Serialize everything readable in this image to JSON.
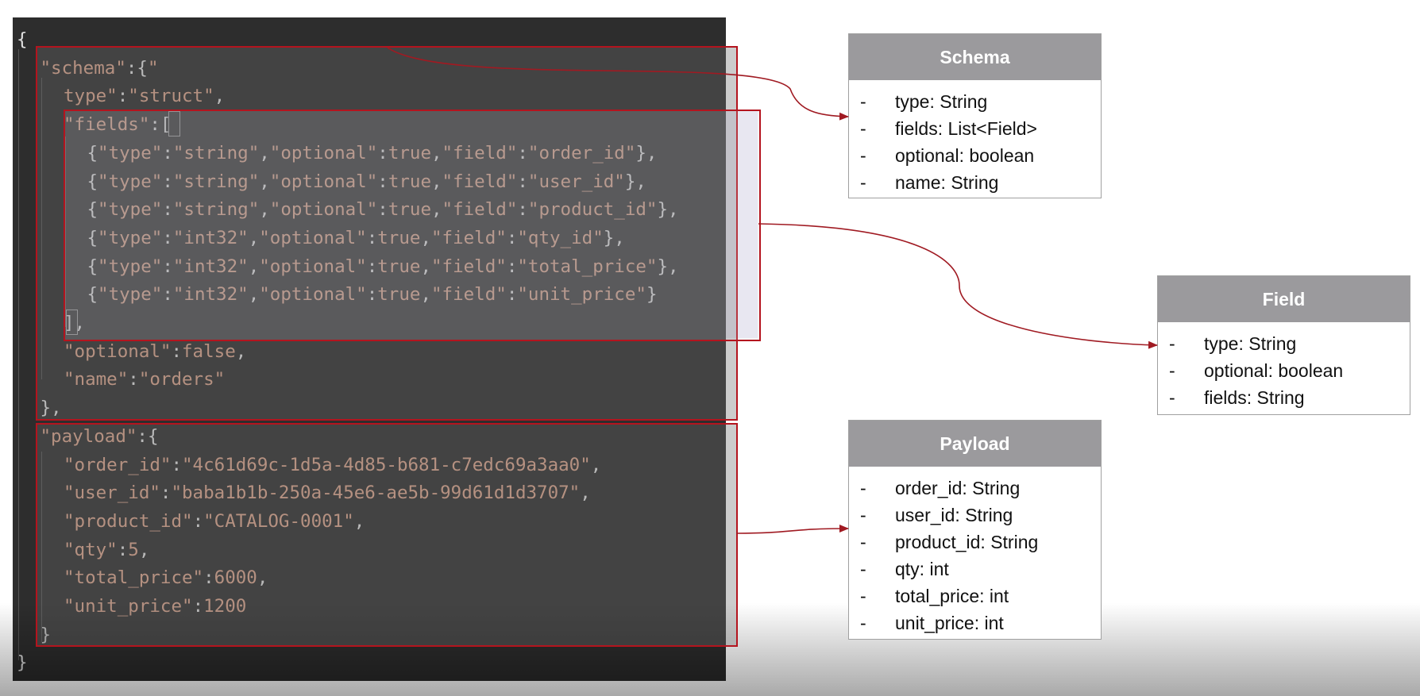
{
  "code": {
    "lines": [
      {
        "indent": 0,
        "tokens": [
          [
            "p",
            "{"
          ]
        ]
      },
      {
        "indent": 1,
        "tokens": [
          [
            "k",
            "\"schema\""
          ],
          [
            "p",
            ":{"
          ],
          [
            "s",
            "\""
          ]
        ]
      },
      {
        "indent": 2,
        "tokens": [
          [
            "k",
            "type\""
          ],
          [
            "p",
            ":"
          ],
          [
            "s",
            "\"struct\""
          ],
          [
            "p",
            ","
          ]
        ]
      },
      {
        "indent": 2,
        "tokens": [
          [
            "k",
            "\"fields\""
          ],
          [
            "p",
            ":"
          ],
          [
            "b",
            "["
          ]
        ]
      },
      {
        "indent": 3,
        "tokens": [
          [
            "p",
            "{"
          ],
          [
            "k",
            "\"type\""
          ],
          [
            "p",
            ":"
          ],
          [
            "s",
            "\"string\""
          ],
          [
            "p",
            ","
          ],
          [
            "k",
            "\"optional\""
          ],
          [
            "p",
            ":"
          ],
          [
            "n",
            "true"
          ],
          [
            "p",
            ","
          ],
          [
            "k",
            "\"field\""
          ],
          [
            "p",
            ":"
          ],
          [
            "s",
            "\"order_id\""
          ],
          [
            "p",
            "},"
          ]
        ]
      },
      {
        "indent": 3,
        "tokens": [
          [
            "p",
            "{"
          ],
          [
            "k",
            "\"type\""
          ],
          [
            "p",
            ":"
          ],
          [
            "s",
            "\"string\""
          ],
          [
            "p",
            ","
          ],
          [
            "k",
            "\"optional\""
          ],
          [
            "p",
            ":"
          ],
          [
            "n",
            "true"
          ],
          [
            "p",
            ","
          ],
          [
            "k",
            "\"field\""
          ],
          [
            "p",
            ":"
          ],
          [
            "s",
            "\"user_id\""
          ],
          [
            "p",
            "},"
          ]
        ]
      },
      {
        "indent": 3,
        "tokens": [
          [
            "p",
            "{"
          ],
          [
            "k",
            "\"type\""
          ],
          [
            "p",
            ":"
          ],
          [
            "s",
            "\"string\""
          ],
          [
            "p",
            ","
          ],
          [
            "k",
            "\"optional\""
          ],
          [
            "p",
            ":"
          ],
          [
            "n",
            "true"
          ],
          [
            "p",
            ","
          ],
          [
            "k",
            "\"field\""
          ],
          [
            "p",
            ":"
          ],
          [
            "s",
            "\"product_id\""
          ],
          [
            "p",
            "},"
          ]
        ]
      },
      {
        "indent": 3,
        "tokens": [
          [
            "p",
            "{"
          ],
          [
            "k",
            "\"type\""
          ],
          [
            "p",
            ":"
          ],
          [
            "s",
            "\"int32\""
          ],
          [
            "p",
            ","
          ],
          [
            "k",
            "\"optional\""
          ],
          [
            "p",
            ":"
          ],
          [
            "n",
            "true"
          ],
          [
            "p",
            ","
          ],
          [
            "k",
            "\"field\""
          ],
          [
            "p",
            ":"
          ],
          [
            "s",
            "\"qty_id\""
          ],
          [
            "p",
            "},"
          ]
        ]
      },
      {
        "indent": 3,
        "tokens": [
          [
            "p",
            "{"
          ],
          [
            "k",
            "\"type\""
          ],
          [
            "p",
            ":"
          ],
          [
            "s",
            "\"int32\""
          ],
          [
            "p",
            ","
          ],
          [
            "k",
            "\"optional\""
          ],
          [
            "p",
            ":"
          ],
          [
            "n",
            "true"
          ],
          [
            "p",
            ","
          ],
          [
            "k",
            "\"field\""
          ],
          [
            "p",
            ":"
          ],
          [
            "s",
            "\"total_price\""
          ],
          [
            "p",
            "},"
          ]
        ]
      },
      {
        "indent": 3,
        "tokens": [
          [
            "p",
            "{"
          ],
          [
            "k",
            "\"type\""
          ],
          [
            "p",
            ":"
          ],
          [
            "s",
            "\"int32\""
          ],
          [
            "p",
            ","
          ],
          [
            "k",
            "\"optional\""
          ],
          [
            "p",
            ":"
          ],
          [
            "n",
            "true"
          ],
          [
            "p",
            ","
          ],
          [
            "k",
            "\"field\""
          ],
          [
            "p",
            ":"
          ],
          [
            "s",
            "\"unit_price\""
          ],
          [
            "p",
            "}"
          ]
        ]
      },
      {
        "indent": 2,
        "tokens": [
          [
            "b",
            "]"
          ],
          [
            "p",
            ","
          ]
        ]
      },
      {
        "indent": 2,
        "tokens": [
          [
            "k",
            "\"optional\""
          ],
          [
            "p",
            ":"
          ],
          [
            "n",
            "false"
          ],
          [
            "p",
            ","
          ]
        ]
      },
      {
        "indent": 2,
        "tokens": [
          [
            "k",
            "\"name\""
          ],
          [
            "p",
            ":"
          ],
          [
            "s",
            "\"orders\""
          ]
        ]
      },
      {
        "indent": 1,
        "tokens": [
          [
            "p",
            "},"
          ]
        ]
      },
      {
        "indent": 1,
        "tokens": [
          [
            "k",
            "\"payload\""
          ],
          [
            "p",
            ":{"
          ]
        ]
      },
      {
        "indent": 2,
        "tokens": [
          [
            "k",
            "\"order_id\""
          ],
          [
            "p",
            ":"
          ],
          [
            "s",
            "\"4c61d69c-1d5a-4d85-b681-c7edc69a3aa0\""
          ],
          [
            "p",
            ","
          ]
        ]
      },
      {
        "indent": 2,
        "tokens": [
          [
            "k",
            "\"user_id\""
          ],
          [
            "p",
            ":"
          ],
          [
            "s",
            "\"baba1b1b-250a-45e6-ae5b-99d61d1d3707\""
          ],
          [
            "p",
            ","
          ]
        ]
      },
      {
        "indent": 2,
        "tokens": [
          [
            "k",
            "\"product_id\""
          ],
          [
            "p",
            ":"
          ],
          [
            "s",
            "\"CATALOG-0001\""
          ],
          [
            "p",
            ","
          ]
        ]
      },
      {
        "indent": 2,
        "tokens": [
          [
            "k",
            "\"qty\""
          ],
          [
            "p",
            ":"
          ],
          [
            "n",
            "5"
          ],
          [
            "p",
            ","
          ]
        ]
      },
      {
        "indent": 2,
        "tokens": [
          [
            "k",
            "\"total_price\""
          ],
          [
            "p",
            ":"
          ],
          [
            "n",
            "6000"
          ],
          [
            "p",
            ","
          ]
        ]
      },
      {
        "indent": 2,
        "tokens": [
          [
            "k",
            "\"unit_price\""
          ],
          [
            "p",
            ":"
          ],
          [
            "n",
            "1200"
          ]
        ]
      },
      {
        "indent": 1,
        "tokens": [
          [
            "p",
            "}"
          ]
        ]
      },
      {
        "indent": 0,
        "tokens": [
          [
            "p",
            "}"
          ]
        ]
      }
    ]
  },
  "schema_box": {
    "title": "Schema",
    "items": [
      "type: String",
      "fields: List<Field>",
      "optional: boolean",
      "name: String"
    ],
    "dash": "-"
  },
  "field_box": {
    "title": "Field",
    "items": [
      "type: String",
      "optional: boolean",
      "fields: String"
    ],
    "dash": "-"
  },
  "payload_box": {
    "title": "Payload",
    "items": [
      "order_id: String",
      "user_id: String",
      "product_id: String",
      "qty: int",
      "total_price: int",
      "unit_price: int"
    ],
    "dash": "-"
  },
  "colors": {
    "editor_bg": "#2d2d2d",
    "highlight_border": "#b4141e",
    "arrow": "#a01a22",
    "uml_header": "#9b9a9d"
  }
}
